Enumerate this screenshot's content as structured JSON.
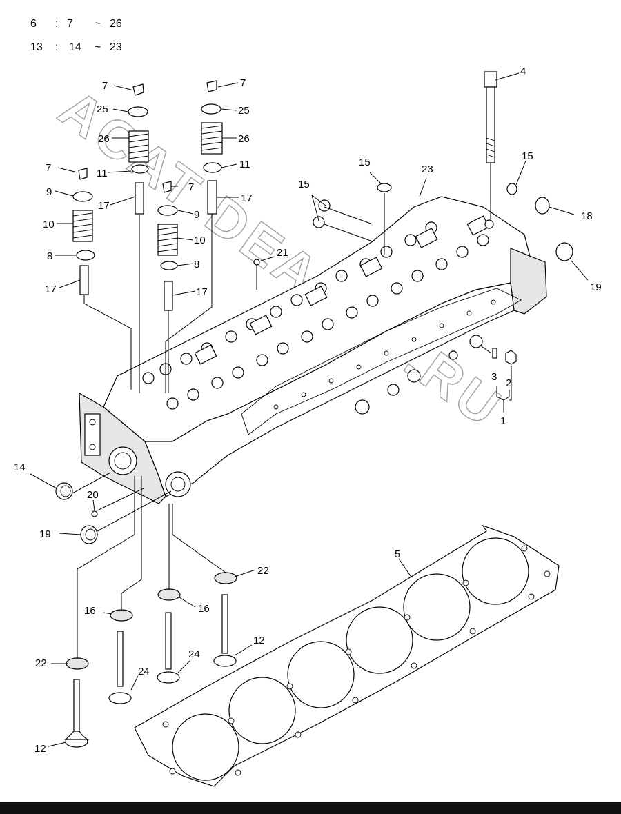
{
  "legend": {
    "rows": [
      {
        "a": "6",
        "sep": ":",
        "b": "7",
        "tilde": "~",
        "c": "26"
      },
      {
        "a": "13",
        "sep": ":",
        "b": "14",
        "tilde": "~",
        "c": "23"
      }
    ]
  },
  "watermark": {
    "text": "ACAT DEALER.RU"
  },
  "callouts": {
    "c1": "1",
    "c2": "2",
    "c3": "3",
    "c4": "4",
    "c5": "5",
    "c7": "7",
    "c8": "8",
    "c9": "9",
    "c10": "10",
    "c11": "11",
    "c12": "12",
    "c14": "14",
    "c15": "15",
    "c16": "16",
    "c17": "17",
    "c18": "18",
    "c19": "19",
    "c20": "20",
    "c21": "21",
    "c22": "22",
    "c23": "23",
    "c24": "24",
    "c25": "25",
    "c26": "26"
  }
}
